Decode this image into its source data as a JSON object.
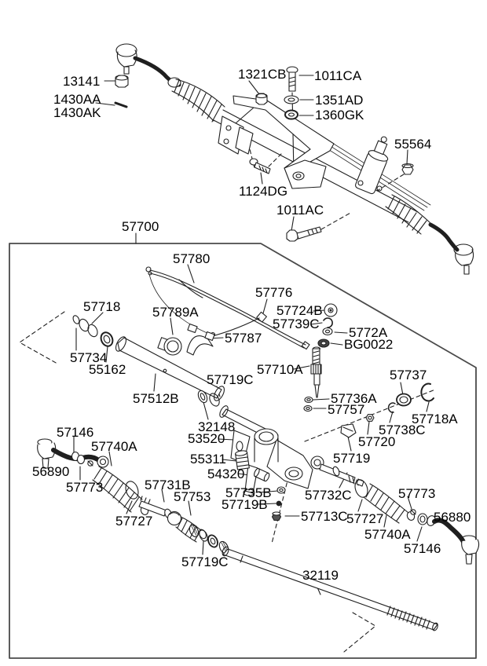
{
  "colors": {
    "line": "#1f1f1f",
    "box_border": "#4a4a4a",
    "text": "#000000",
    "background": "#ffffff"
  },
  "labels": [
    {
      "text": "13141"
    },
    {
      "text": "1430AA"
    },
    {
      "text": "1430AK"
    },
    {
      "text": "1321CB"
    },
    {
      "text": "1011CA"
    },
    {
      "text": "1351AD"
    },
    {
      "text": "1360GK"
    },
    {
      "text": "55564"
    },
    {
      "text": "1124DG"
    },
    {
      "text": "1011AC"
    },
    {
      "text": "57700"
    },
    {
      "text": "57780"
    },
    {
      "text": "57776"
    },
    {
      "text": "57718"
    },
    {
      "text": "57789A"
    },
    {
      "text": "57724B"
    },
    {
      "text": "57739C"
    },
    {
      "text": "5772A"
    },
    {
      "text": "BG0022"
    },
    {
      "text": "57787"
    },
    {
      "text": "57734"
    },
    {
      "text": "55162"
    },
    {
      "text": "57710A"
    },
    {
      "text": "57737"
    },
    {
      "text": "57719C"
    },
    {
      "text": "57512B"
    },
    {
      "text": "57736A"
    },
    {
      "text": "57757"
    },
    {
      "text": "57718A"
    },
    {
      "text": "57738C"
    },
    {
      "text": "32148"
    },
    {
      "text": "53520"
    },
    {
      "text": "57720"
    },
    {
      "text": "57146"
    },
    {
      "text": "57740A"
    },
    {
      "text": "55311"
    },
    {
      "text": "57719"
    },
    {
      "text": "56890"
    },
    {
      "text": "54320"
    },
    {
      "text": "57773"
    },
    {
      "text": "57731B"
    },
    {
      "text": "57735B"
    },
    {
      "text": "57732C"
    },
    {
      "text": "57753"
    },
    {
      "text": "57719B"
    },
    {
      "text": "57773"
    },
    {
      "text": "57727"
    },
    {
      "text": "57713C"
    },
    {
      "text": "57727"
    },
    {
      "text": "56880"
    },
    {
      "text": "57740A"
    },
    {
      "text": "57146"
    },
    {
      "text": "57719C"
    },
    {
      "text": "32119"
    }
  ]
}
